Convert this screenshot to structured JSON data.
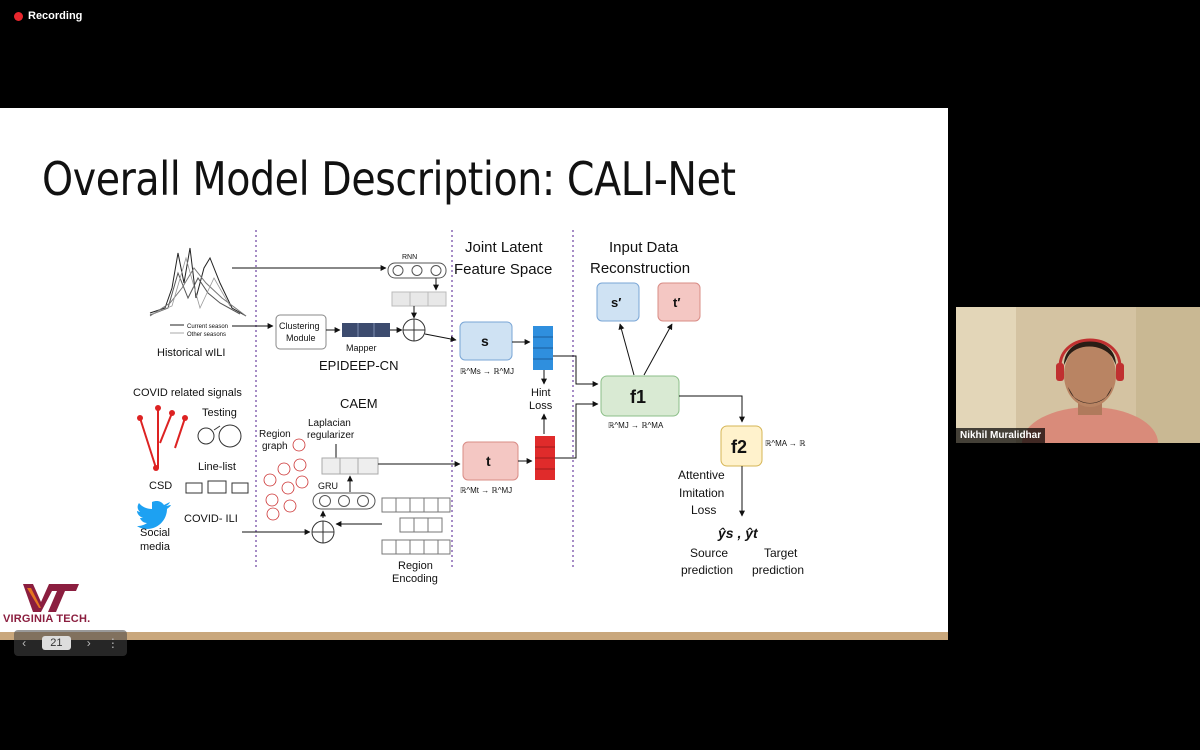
{
  "recording": {
    "label": "Recording"
  },
  "slide": {
    "title": "Overall Model Description: CALI-Net",
    "page_number": "21",
    "logo_text": "VIRGINIA TECH.",
    "diagram": {
      "historical_wili": "Historical wILI",
      "legend_current": "Current season",
      "legend_other": "Other seasons",
      "rnn": "RNN",
      "clustering_1": "Clustering",
      "clustering_2": "Module",
      "mapper": "Mapper",
      "epideep": "EPIDEEP-CN",
      "covid_signals": "COVID related signals",
      "testing": "Testing",
      "csd": "CSD",
      "line_list": "Line-list",
      "social_1": "Social",
      "social_2": "media",
      "covid_ili": "COVID- ILI",
      "caem": "CAEM",
      "laplacian_1": "Laplacian",
      "laplacian_2": "regularizer",
      "region_graph_1": "Region",
      "region_graph_2": "graph",
      "gru": "GRU",
      "region_enc_1": "Region",
      "region_enc_2": "Encoding",
      "joint_1": "Joint Latent",
      "joint_2": "Feature Space",
      "s": "s",
      "t": "t",
      "s_map": "ℝ^Ms → ℝ^MJ",
      "t_map": "ℝ^Mt → ℝ^MJ",
      "hint_1": "Hint",
      "hint_2": "Loss",
      "input_1": "Input Data",
      "input_2": "Reconstruction",
      "s_prime": "s′",
      "t_prime": "t′",
      "f1": "f1",
      "f1_map": "ℝ^MJ → ℝ^MA",
      "f2": "f2",
      "f2_map": "ℝ^MA → ℝ",
      "att_1": "Attentive",
      "att_2": "Imitation",
      "att_3": "Loss",
      "outputs": "ŷs , ŷt",
      "source_1": "Source",
      "source_2": "prediction",
      "target_1": "Target",
      "target_2": "prediction"
    }
  },
  "participant": {
    "name": "Nikhil Muralidhar"
  },
  "colors": {
    "s_box": "#cfe2f3",
    "t_box": "#f4c7c3",
    "f1_box": "#d9ead3",
    "f2_box": "#fff2cc",
    "recording_dot": "#e8262d",
    "vt_maroon": "#8b1e3f",
    "vt_orange": "#e5751f"
  }
}
